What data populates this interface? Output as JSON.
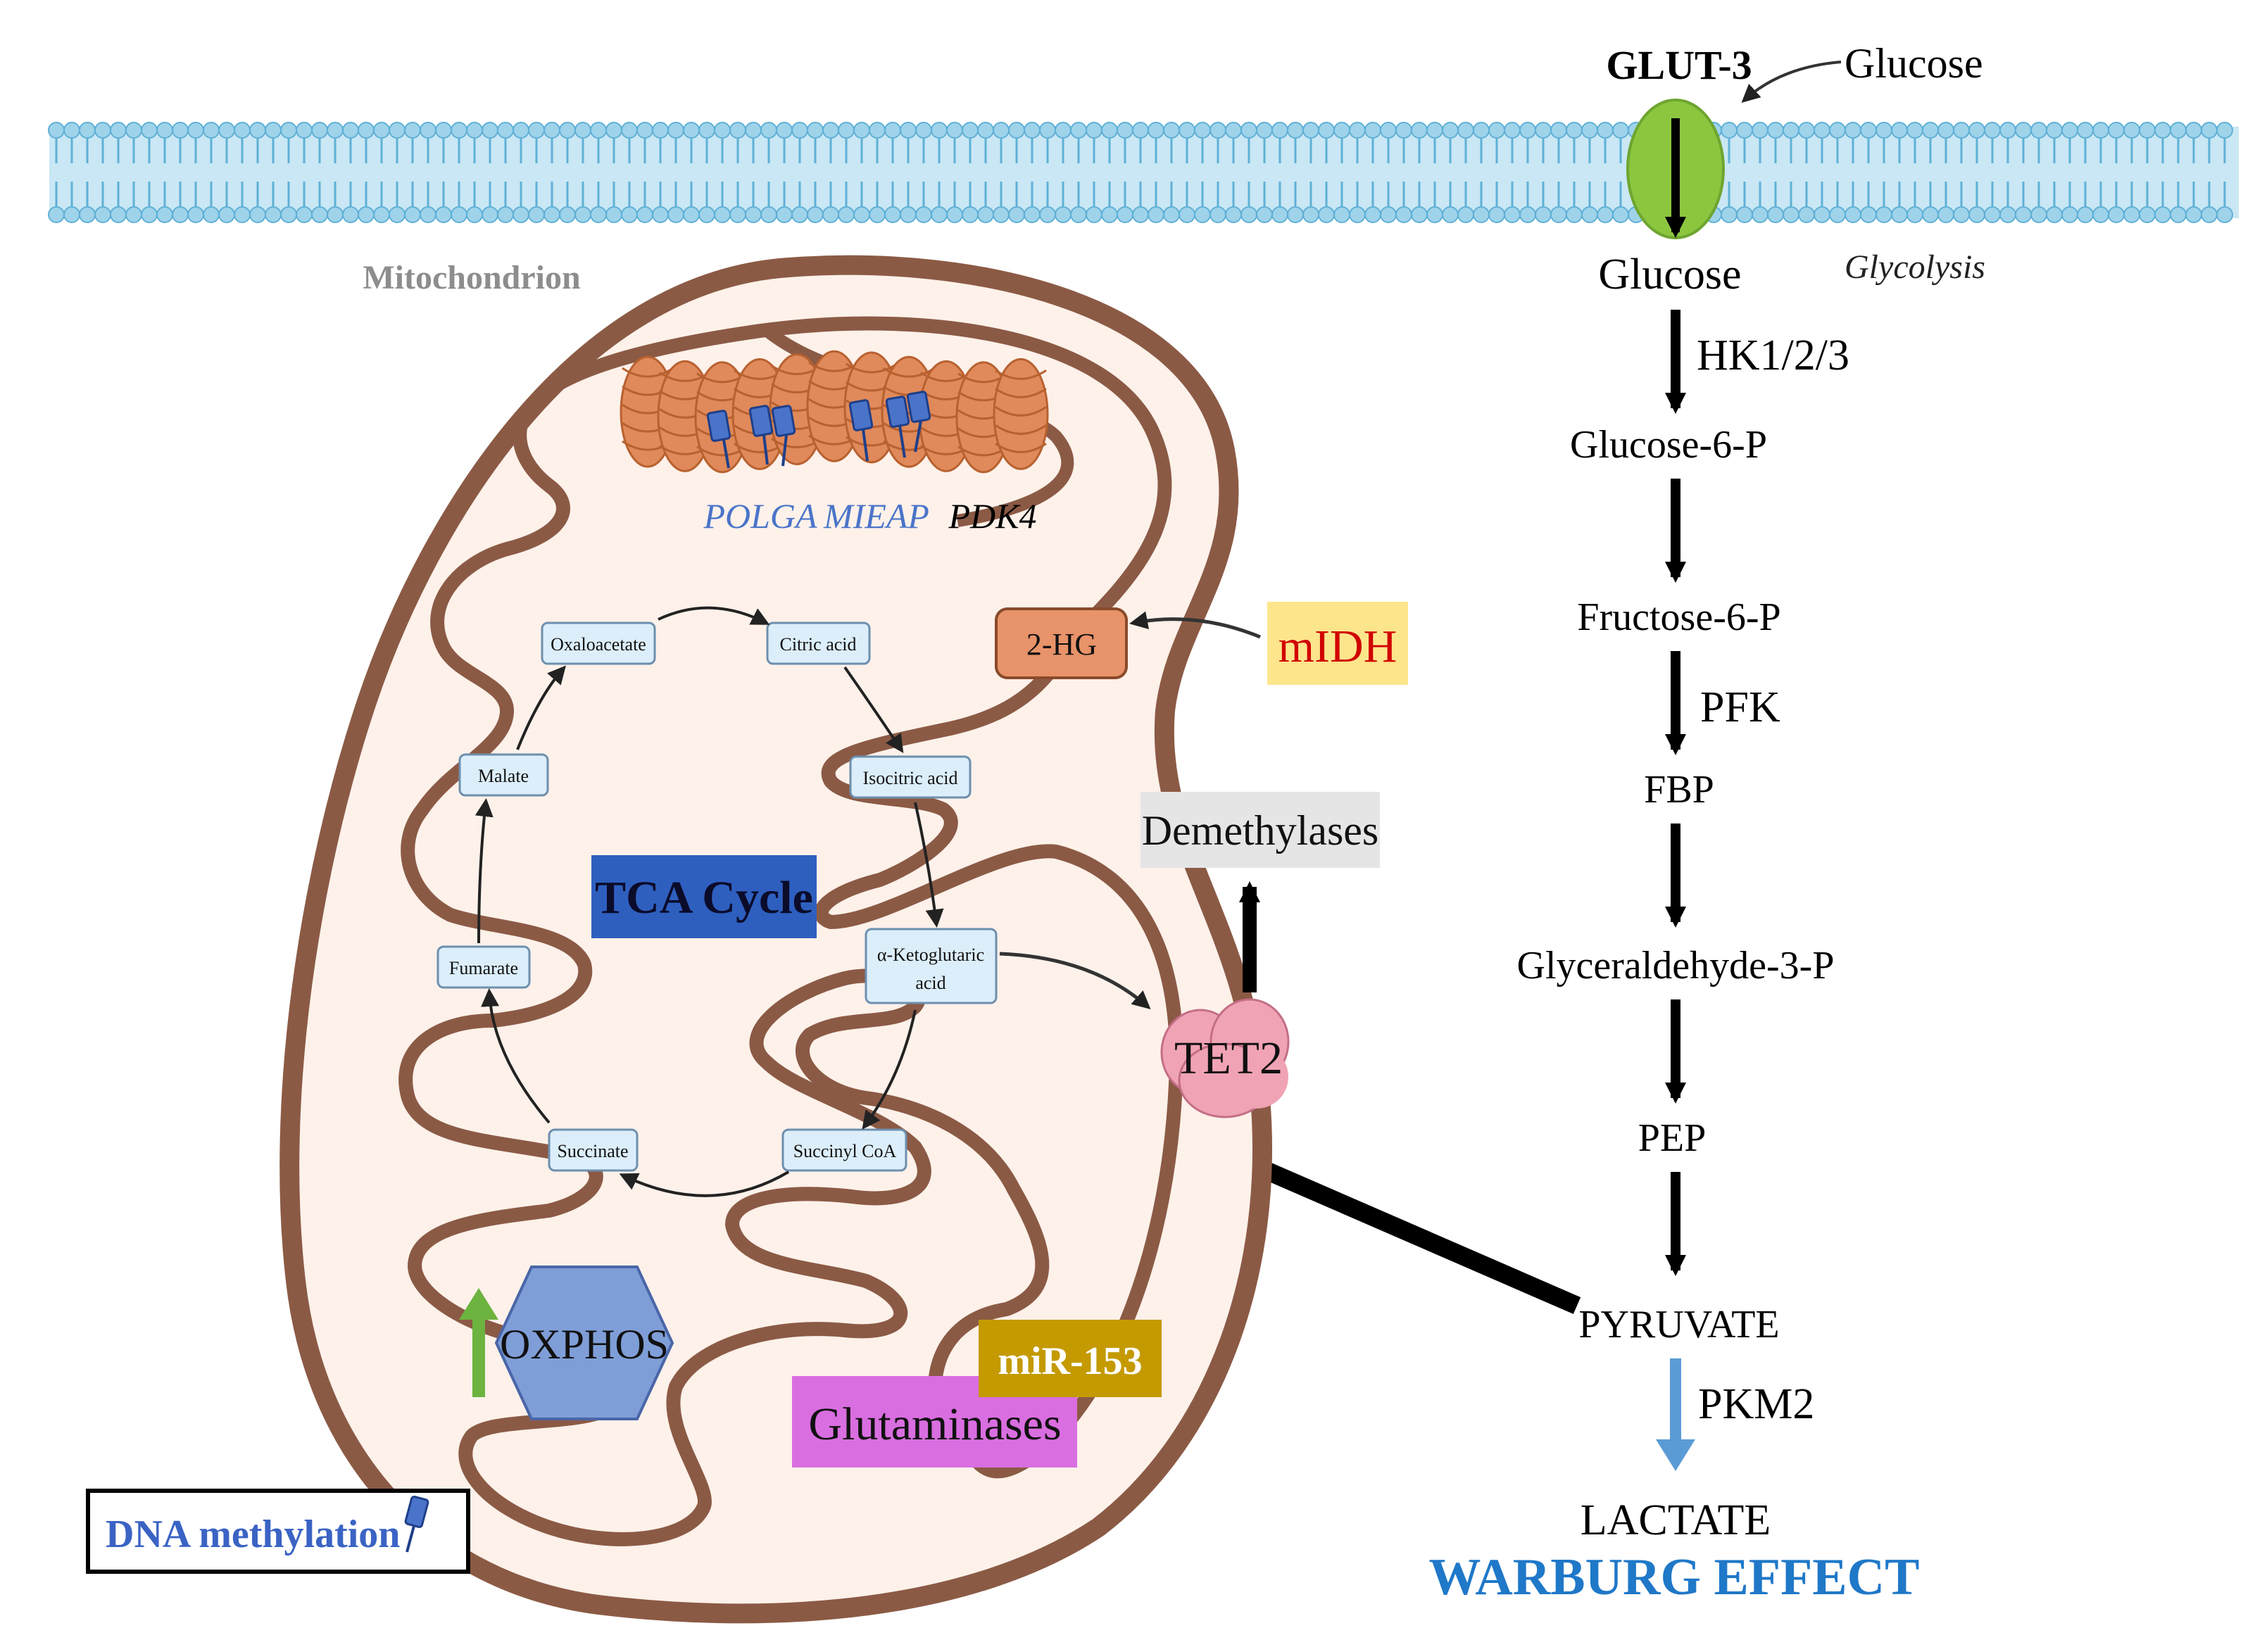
{
  "membrane": {
    "color": "#9fd3ea"
  },
  "glycolysis": {
    "transporter": "GLUT-3",
    "glucose_outside": "Glucose",
    "glucose_inside": "Glucose",
    "pathway_label": "Glycolysis",
    "steps": [
      "Glucose-6-P",
      "Fructose-6-P",
      "FBP",
      "Glyceraldehyde-3-P",
      "PEP",
      "PYRUVATE",
      "LACTATE"
    ],
    "enzymes": {
      "hk": "HK1/2/3",
      "pfk": "PFK",
      "pkm2": "PKM2"
    },
    "warburg": "WARBURG EFFECT",
    "colors": {
      "glut": "#8cc63f",
      "warburg": "#1f78c8",
      "pkm2_arrow": "#5b9bd5"
    }
  },
  "mitochondrion": {
    "label": "Mitochondrion",
    "genes": [
      "POLGA",
      "MIEAP",
      "PDK4"
    ],
    "tca": {
      "title": "TCA Cycle",
      "metabolites": [
        "Oxaloacetate",
        "Citric acid",
        "Isocitric acid",
        "α-Ketoglutaric",
        "acid",
        "Succinyl CoA",
        "Succinate",
        "Fumarate",
        "Malate"
      ]
    },
    "two_hg": "2-HG",
    "oxphos": "OXPHOS",
    "glutaminases": "Glutaminases",
    "mir153": "miR-153",
    "colors": {
      "matrix": "#fdf1ea",
      "membrane": "#8b5a45",
      "tca_box": "#2e5fbf",
      "two_hg": "#e8936a",
      "oxphos": "#7f9ed8",
      "glutaminases": "#d96ee0",
      "mir153": "#c49a00"
    }
  },
  "regulators": {
    "midh": "mIDH",
    "demethylases": "Demethylases",
    "tet2": "TET2",
    "colors": {
      "midh_bg": "#fde58c",
      "midh_text": "#d10000",
      "tet2": "#f0a3b4",
      "demethylases_bg": "#e5e5e5"
    }
  },
  "legend": {
    "label": "DNA methylation",
    "icon": "methyl-tag-icon",
    "color": "#3a63c4"
  }
}
